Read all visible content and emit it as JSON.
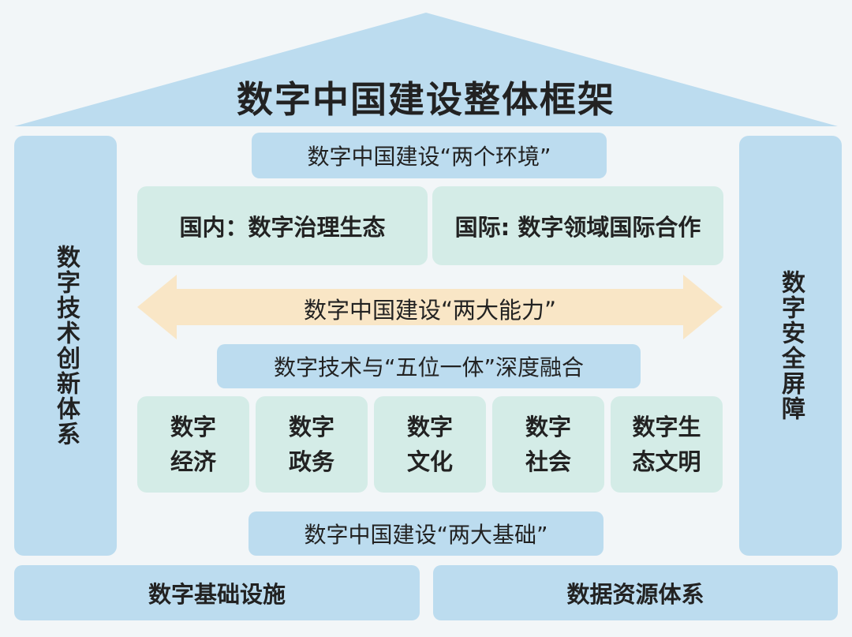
{
  "title": "数字中国建设整体框架",
  "left_pillar": "数字技术创新体系",
  "right_pillar": "数字安全屏障",
  "environment_bar": "数字中国建设“两个环境”",
  "environments": [
    {
      "label": "国内：数字治理生态"
    },
    {
      "label": "国际: 数字领域国际合作"
    }
  ],
  "capability_arrow": "数字中国建设“两大能力”",
  "integration_bar": "数字技术与“五位一体”深度融合",
  "five_areas": [
    {
      "line1": "数字",
      "line2": "经济"
    },
    {
      "line1": "数字",
      "line2": "政务"
    },
    {
      "line1": "数字",
      "line2": "文化"
    },
    {
      "line1": "数字",
      "line2": "社会"
    },
    {
      "line1": "数字生",
      "line2": "态文明"
    }
  ],
  "foundation_bar": "数字中国建设“两大基础”",
  "foundations": [
    {
      "label": "数字基础设施"
    },
    {
      "label": "数据资源体系"
    }
  ],
  "colors": {
    "roof": "#bcdcef",
    "panel": "#bcdcef",
    "green_box": "#d4ece7",
    "arrow": "#f9e6c6",
    "background": "#f2f6f8"
  }
}
